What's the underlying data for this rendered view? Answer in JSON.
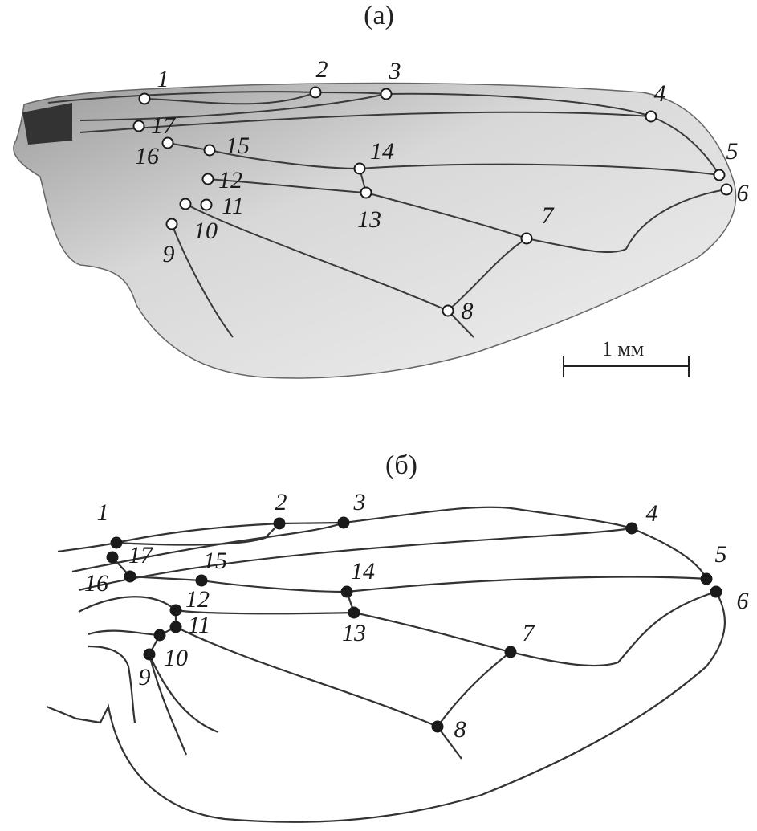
{
  "panel_a": {
    "title": "(а)",
    "scale_bar_label": "1 мм",
    "landmarks": [
      "1",
      "2",
      "3",
      "4",
      "5",
      "6",
      "7",
      "8",
      "9",
      "10",
      "11",
      "12",
      "13",
      "14",
      "15",
      "16",
      "17"
    ]
  },
  "panel_b": {
    "title": "(б)",
    "landmarks": [
      "1",
      "2",
      "3",
      "4",
      "5",
      "6",
      "7",
      "8",
      "9",
      "10",
      "11",
      "12",
      "13",
      "14",
      "15",
      "16",
      "17"
    ]
  }
}
